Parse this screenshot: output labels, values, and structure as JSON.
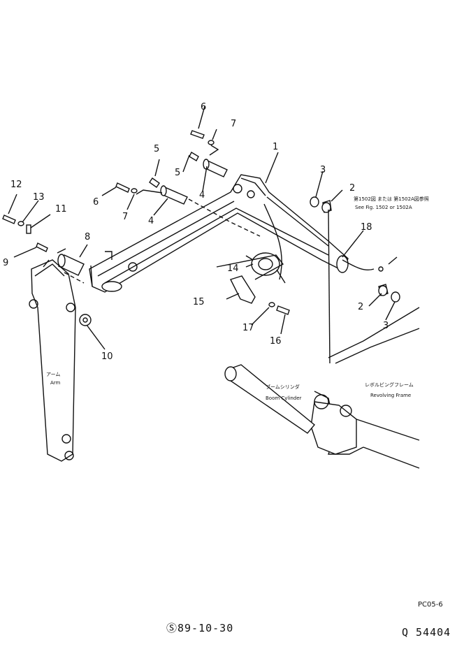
{
  "callouts": [
    "1",
    "2",
    "3",
    "4",
    "5",
    "6",
    "7",
    "8",
    "9",
    "10",
    "11",
    "12",
    "13",
    "14",
    "15",
    "16",
    "17",
    "18"
  ],
  "labels": {
    "arm_jp": "アーム",
    "arm_en": "Arm",
    "cyl_jp": "ブームシリンダ",
    "cyl_en": "Boom Cylinder",
    "frame_jp": "レボルビングフレーム",
    "frame_en": "Revolving Frame",
    "ref_jp": "第1502図 または 第1502A図参照",
    "ref_en": "See Fig. 1502 or 1502A"
  },
  "footer": {
    "page_code": "PC05-6",
    "date": "Ⓢ89-10-30",
    "doc_no": "Q 54404"
  }
}
